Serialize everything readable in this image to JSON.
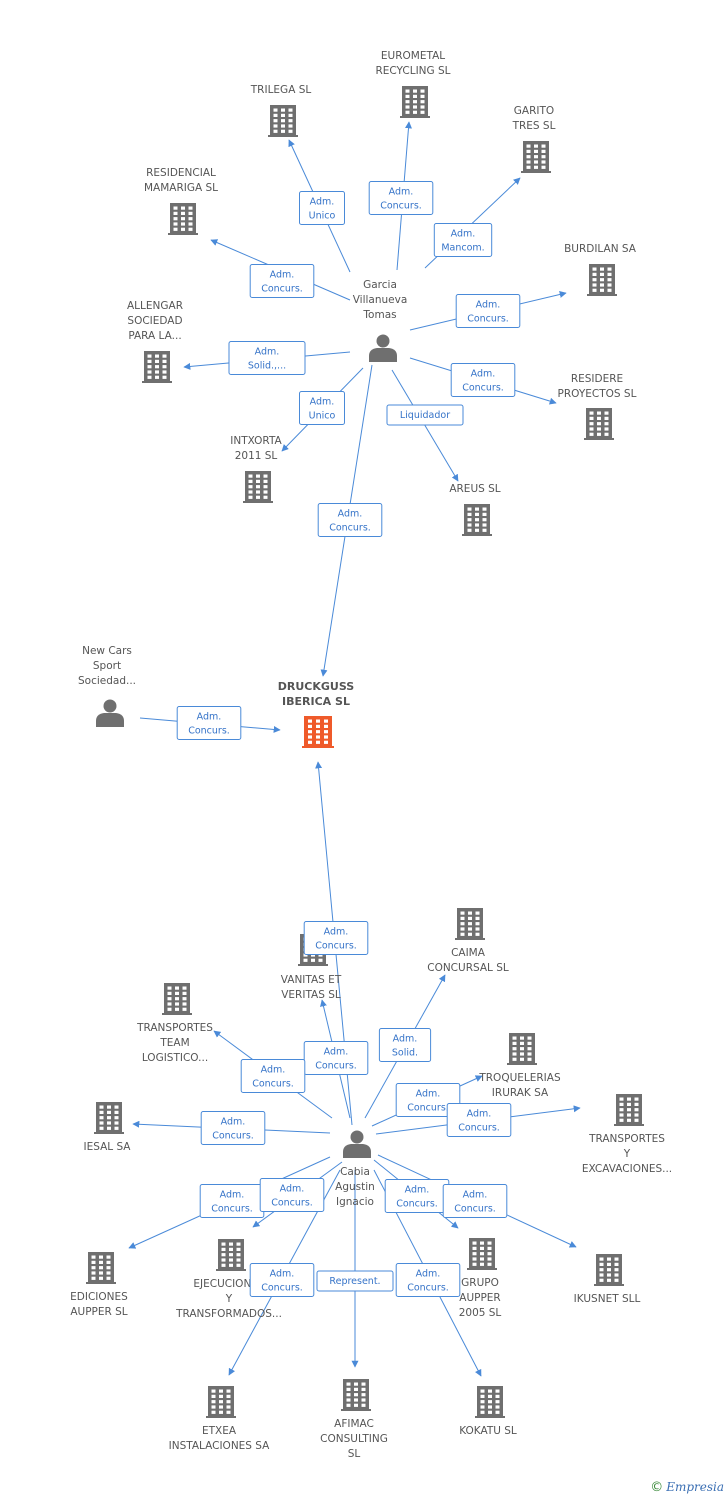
{
  "colors": {
    "edge": "#4a8ad8",
    "node": "#6f6f6f",
    "main_node": "#ef5a2a",
    "label": "#555555"
  },
  "nodes": {
    "druckguss": {
      "lines": [
        "DRUCKGUSS",
        "IBERICA SL"
      ],
      "type": "company",
      "main": true
    },
    "garcia": {
      "lines": [
        "Garcia",
        "Villanueva",
        "Tomas"
      ],
      "type": "person"
    },
    "cabia": {
      "lines": [
        "Cabia",
        "Agustin",
        "Ignacio"
      ],
      "type": "person"
    },
    "newcars": {
      "lines": [
        "New Cars",
        "Sport",
        "Sociedad..."
      ],
      "type": "person"
    },
    "eurometal": {
      "lines": [
        "EUROMETAL",
        "RECYCLING SL"
      ],
      "type": "company"
    },
    "trilega": {
      "lines": [
        "TRILEGA SL"
      ],
      "type": "company"
    },
    "garito": {
      "lines": [
        "GARITO",
        "TRES SL"
      ],
      "type": "company"
    },
    "residencial": {
      "lines": [
        "RESIDENCIAL",
        "MAMARIGA  SL"
      ],
      "type": "company"
    },
    "burdilan": {
      "lines": [
        "BURDILAN SA"
      ],
      "type": "company"
    },
    "allengar": {
      "lines": [
        "ALLENGAR",
        "SOCIEDAD",
        "PARA LA..."
      ],
      "type": "company"
    },
    "residere": {
      "lines": [
        "RESIDERE",
        "PROYECTOS SL"
      ],
      "type": "company"
    },
    "intxorta": {
      "lines": [
        "INTXORTA",
        "2011 SL"
      ],
      "type": "company"
    },
    "areus": {
      "lines": [
        "AREUS SL"
      ],
      "type": "company"
    },
    "vanitas": {
      "lines": [
        "VANITAS ET",
        "VERITAS SL"
      ],
      "type": "company"
    },
    "caima": {
      "lines": [
        "CAIMA",
        "CONCURSAL SL"
      ],
      "type": "company"
    },
    "transteam": {
      "lines": [
        "TRANSPORTES",
        "TEAM",
        "LOGISTICO..."
      ],
      "type": "company"
    },
    "troquelerias": {
      "lines": [
        "TROQUELERIAS",
        "IRURAK SA"
      ],
      "type": "company"
    },
    "iesal": {
      "lines": [
        "IESAL SA"
      ],
      "type": "company"
    },
    "transexc": {
      "lines": [
        "TRANSPORTES",
        "Y",
        "EXCAVACIONES..."
      ],
      "type": "company"
    },
    "ediciones": {
      "lines": [
        "EDICIONES",
        "AUPPER SL"
      ],
      "type": "company"
    },
    "ejecuciones": {
      "lines": [
        "EJECUCIONES",
        "Y",
        "TRANSFORMADOS..."
      ],
      "type": "company"
    },
    "grupo": {
      "lines": [
        "GRUPO",
        "AUPPER",
        "2005 SL"
      ],
      "type": "company"
    },
    "ikusnet": {
      "lines": [
        "IKUSNET SLL"
      ],
      "type": "company"
    },
    "etxea": {
      "lines": [
        "ETXEA",
        "INSTALACIONES SA"
      ],
      "type": "company"
    },
    "afimac": {
      "lines": [
        "AFIMAC",
        "CONSULTING",
        "SL"
      ],
      "type": "company"
    },
    "kokatu": {
      "lines": [
        "KOKATU SL"
      ],
      "type": "company"
    }
  },
  "edges": [
    {
      "from": "garcia",
      "to": "druckguss",
      "label": [
        "Adm.",
        "Concurs."
      ]
    },
    {
      "from": "newcars",
      "to": "druckguss",
      "label": [
        "Adm.",
        "Concurs."
      ]
    },
    {
      "from": "cabia",
      "to": "druckguss",
      "label": [
        "Adm.",
        "Concurs."
      ]
    },
    {
      "from": "garcia",
      "to": "trilega",
      "label": [
        "Adm.",
        "Unico"
      ]
    },
    {
      "from": "garcia",
      "to": "eurometal",
      "label": [
        "Adm.",
        "Concurs."
      ]
    },
    {
      "from": "garcia",
      "to": "garito",
      "label": [
        "Adm.",
        "Mancom."
      ]
    },
    {
      "from": "garcia",
      "to": "residencial",
      "label": [
        "Adm.",
        "Concurs."
      ]
    },
    {
      "from": "garcia",
      "to": "burdilan",
      "label": [
        "Adm.",
        "Concurs."
      ]
    },
    {
      "from": "garcia",
      "to": "allengar",
      "label": [
        "Adm.",
        "Solid.,..."
      ]
    },
    {
      "from": "garcia",
      "to": "residere",
      "label": [
        "Adm.",
        "Concurs."
      ]
    },
    {
      "from": "garcia",
      "to": "intxorta",
      "label": [
        "Adm.",
        "Unico"
      ]
    },
    {
      "from": "garcia",
      "to": "areus",
      "label": [
        "Liquidador"
      ]
    },
    {
      "from": "cabia",
      "to": "vanitas",
      "label": [
        "Adm.",
        "Concurs."
      ]
    },
    {
      "from": "cabia",
      "to": "caima",
      "label": [
        "Adm.",
        "Solid."
      ]
    },
    {
      "from": "cabia",
      "to": "transteam",
      "label": [
        "Adm.",
        "Concurs."
      ]
    },
    {
      "from": "cabia",
      "to": "troquelerias",
      "label": [
        "Adm.",
        "Concurs."
      ]
    },
    {
      "from": "cabia",
      "to": "transexc",
      "label": [
        "Adm.",
        "Concurs."
      ]
    },
    {
      "from": "cabia",
      "to": "iesal",
      "label": [
        "Adm.",
        "Concurs."
      ]
    },
    {
      "from": "cabia",
      "to": "ediciones",
      "label": [
        "Adm.",
        "Concurs."
      ]
    },
    {
      "from": "cabia",
      "to": "ejecuciones",
      "label": [
        "Adm.",
        "Concurs."
      ]
    },
    {
      "from": "cabia",
      "to": "grupo",
      "label": [
        "Adm.",
        "Concurs."
      ]
    },
    {
      "from": "cabia",
      "to": "ikusnet",
      "label": [
        "Adm.",
        "Concurs."
      ]
    },
    {
      "from": "cabia",
      "to": "etxea",
      "label": [
        "Adm.",
        "Concurs."
      ]
    },
    {
      "from": "cabia",
      "to": "afimac",
      "label": [
        "Represent."
      ]
    },
    {
      "from": "cabia",
      "to": "kokatu",
      "label": [
        "Adm.",
        "Concurs."
      ]
    }
  ],
  "footer": {
    "copyright": "©",
    "brand": "Empresia"
  }
}
